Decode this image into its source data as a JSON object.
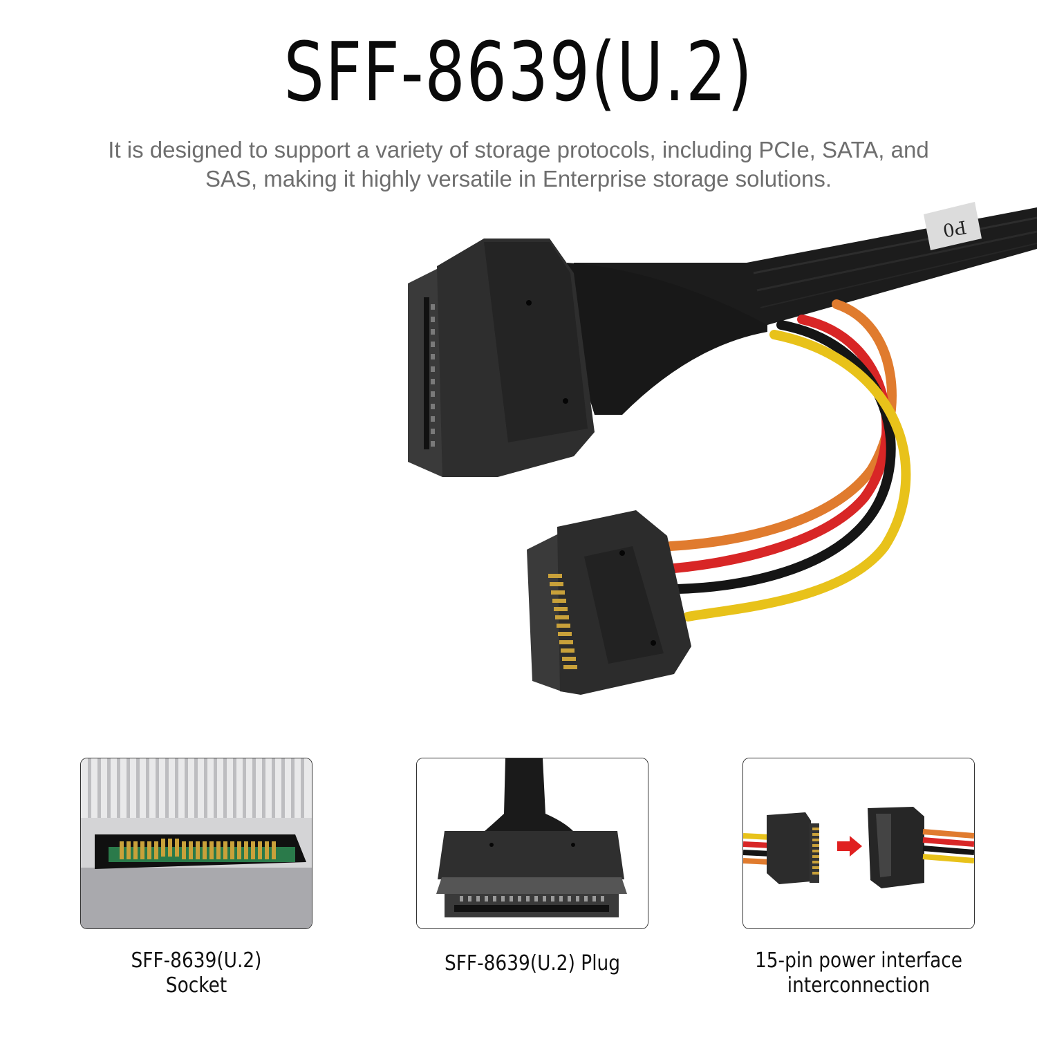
{
  "title": "SFF-8639(U.2)",
  "subtitle": "It is designed to support a variety of storage protocols, including PCIe, SATA, and SAS, making it highly versatile in Enterprise storage solutions.",
  "hero": {
    "label": "P0"
  },
  "panels": [
    {
      "caption_line1": "SFF-8639(U.2)",
      "caption_line2": "Socket"
    },
    {
      "caption_line1": "SFF-8639(U.2) Plug",
      "caption_line2": ""
    },
    {
      "caption_line1": "15-pin power interface",
      "caption_line2": "interconnection"
    }
  ],
  "colors": {
    "cable": "#1c1c1c",
    "wire_orange": "#e07b2e",
    "wire_red": "#d82626",
    "wire_black": "#151515",
    "wire_yellow": "#e8c21a",
    "pins": "#c9a13a"
  }
}
